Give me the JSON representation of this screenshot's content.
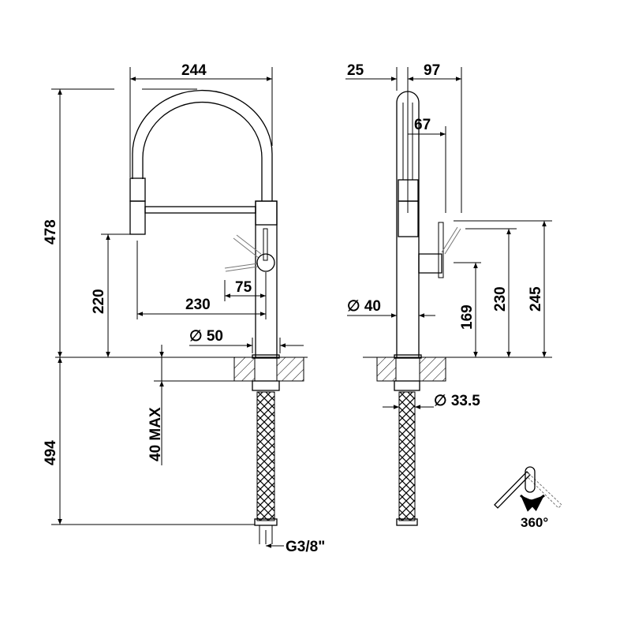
{
  "front_view": {
    "width_top": "244",
    "total_height": "478",
    "spout_height": "220",
    "reach": "230",
    "handle_offset": "75",
    "base_diameter": "∅ 50",
    "below_counter": "494",
    "max_counter_thickness": "40 MAX",
    "connection": "G3/8\""
  },
  "side_view": {
    "back_offset": "25",
    "depth": "97",
    "spout_depth": "67",
    "body_diameter": "∅ 40",
    "handle_height": "169",
    "lever_height": "230",
    "total_lever_height": "245",
    "hose_diameter": "∅ 33.5"
  },
  "rotation": {
    "label": "360°"
  }
}
